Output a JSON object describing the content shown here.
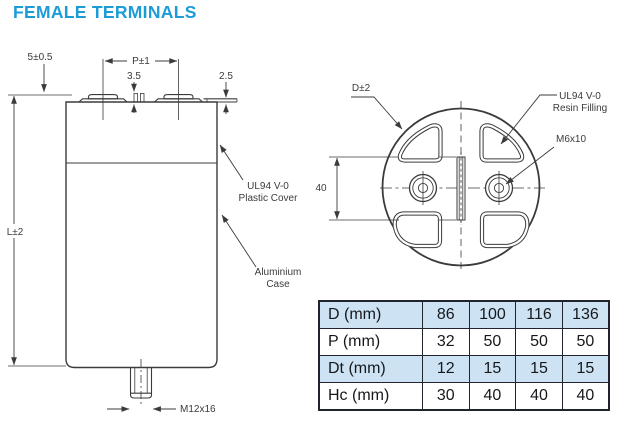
{
  "page": {
    "title": "FEMALE TERMINALS"
  },
  "side_view": {
    "dim_terminal_height": "5±0.5",
    "dim_pitch": "P±1",
    "dim_tab_height": "3.5",
    "dim_cover_lip": "2.5",
    "dim_case_length": "L±2",
    "cover_label_line1": "UL94 V-0",
    "cover_label_line2": "Plastic Cover",
    "case_label_line1": "Aluminium",
    "case_label_line2": "Case",
    "stud_thread": "M12x16"
  },
  "top_view": {
    "dim_diameter": "D±2",
    "resin_label_line1": "UL94 V-0",
    "resin_label_line2": "Resin Filling",
    "terminal_thread": "M6x10",
    "dim_terminal_offset": "40"
  },
  "table": {
    "rows": [
      {
        "label": "D (mm)",
        "values": [
          "86",
          "100",
          "116",
          "136"
        ]
      },
      {
        "label": "P (mm)",
        "values": [
          "32",
          "50",
          "50",
          "50"
        ]
      },
      {
        "label": "Dt (mm)",
        "values": [
          "12",
          "15",
          "15",
          "15"
        ]
      },
      {
        "label": "Hc (mm)",
        "values": [
          "30",
          "40",
          "40",
          "40"
        ]
      }
    ]
  },
  "colors": {
    "accent": "#1b9cd7",
    "table_row_highlight": "#cde3f3",
    "drawing_line": "#3b3b3b",
    "table_border": "#20242c"
  }
}
